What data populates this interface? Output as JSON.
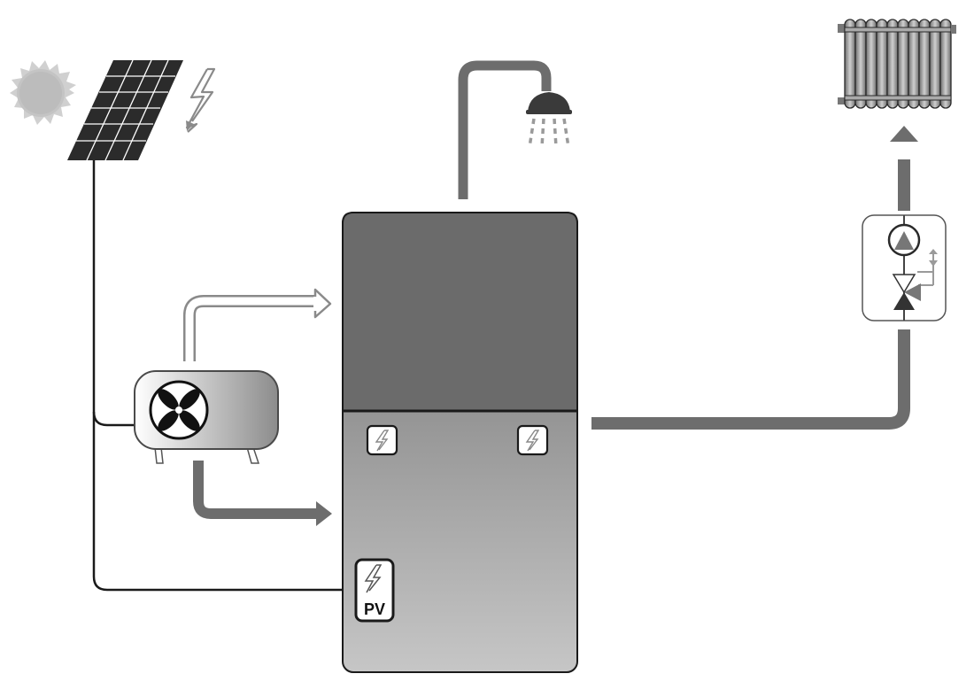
{
  "diagram": {
    "pv_module_label": "PV",
    "components": {
      "sun": "sun-icon",
      "solar_panel": "solar-panel-icon",
      "electricity": "lightning-bolt-icon",
      "shower": "shower-head-icon",
      "radiator": "radiator-icon",
      "heat_pump": "heat-pump-outdoor-unit",
      "storage_tank": "storage-tank",
      "pump_group": "circulation-pump-and-mixing-valve"
    },
    "colors": {
      "pipe": "#6d6d6d",
      "tank_top": "#6b6b6b",
      "tank_bottom_start": "#6e6e6e",
      "tank_bottom_end": "#c4c4c4",
      "outline": "#1a1a1a",
      "sun": "#cfcfcf",
      "heat_pump_body_start": "#ffffff",
      "heat_pump_body_end": "#8f8f8f",
      "radiator": "#8a8a8a"
    }
  }
}
